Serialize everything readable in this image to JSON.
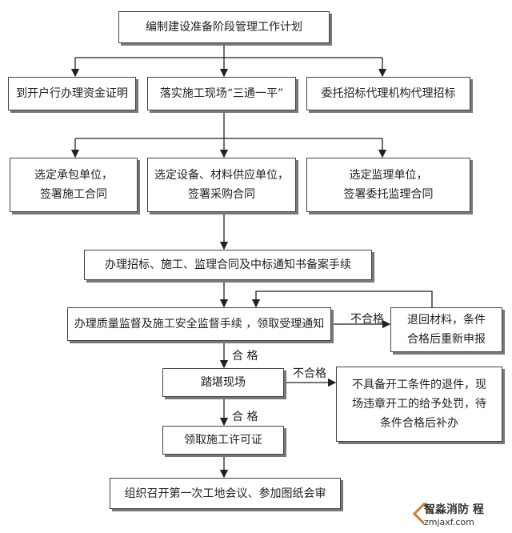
{
  "steps": {
    "s1": "编制建设准备阶段管理工作计划",
    "s2a": "到开户行办理资金证明",
    "s2b": "落实施工现场“三通一平”",
    "s2c": "委托招标代理机构代理招标",
    "s3a1": "选定承包单位，",
    "s3a2": "签署施工合同",
    "s3b1": "选定设备、材料供应单位，",
    "s3b2": "签署采购合同",
    "s3c1": "选定监理单位，",
    "s3c2": "签署委托监理合同",
    "s4": "办理招标、施工、监理合同及中标通知书备案手续",
    "s5": "办理质量监督及施工安全监督手续 ，领取受理通知",
    "s6a": "退回材料，条件",
    "s6b": "合格后重新申报",
    "s7": "踏堪现场",
    "s8a": "不具备开工条件的退件，现",
    "s8b": "场违章开工的给予处罚，待",
    "s8c": "条件合格后补办",
    "s9": "领取施工许可证",
    "s10": "组织召开第一次工地会议、参加图纸会审"
  },
  "labels": {
    "fail1": "不合格",
    "pass1": "合 格",
    "fail2": "不合格",
    "pass2": "合 格"
  },
  "watermark": {
    "name": "智淼消防 程",
    "url": "zmjaxf.com"
  }
}
